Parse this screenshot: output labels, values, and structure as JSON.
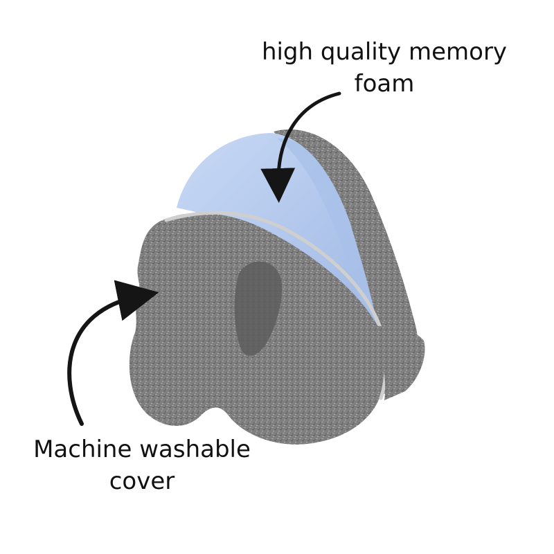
{
  "annotations": {
    "foam": {
      "line1": "high quality memory",
      "line2": "foam"
    },
    "cover": {
      "line1": "Machine washable",
      "line2": "cover"
    }
  },
  "colors": {
    "fabric": "#7d7d7d",
    "fabric_dark": "#5b5b5b",
    "fabric_light": "#a2a2a2",
    "foam": "#b8cdef",
    "foam_shadow": "#9db6e3",
    "zipper": "#c9c9c9",
    "arrow": "#151515"
  }
}
